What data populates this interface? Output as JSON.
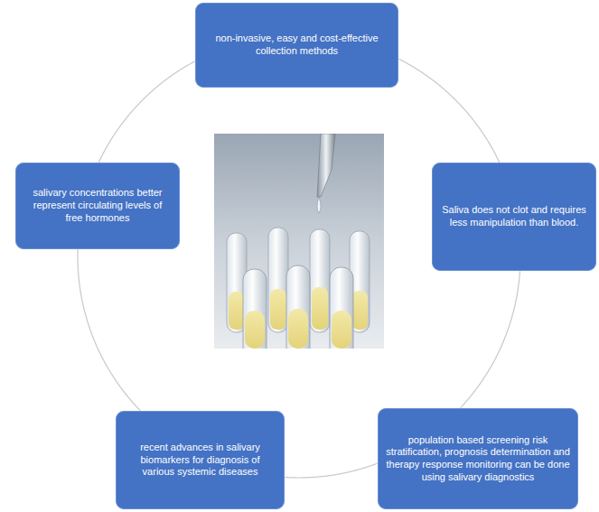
{
  "diagram": {
    "nodes": [
      {
        "text": [
          "non-invasive, easy and cost-effective collection methods"
        ]
      },
      {
        "text": [
          "Saliva does not clot and requires less manipulation than blood."
        ]
      },
      {
        "text": [
          "population based screening risk stratification, prognosis determination and therapy response monitoring can be done using salivary diagnostics"
        ]
      },
      {
        "text": [
          "recent advances in salivary biomarkers for diagnosis of various systemic diseases"
        ]
      },
      {
        "text": [
          "salivary concentrations better represent circulating levels of free hormones"
        ]
      }
    ],
    "edges": [
      {
        "from": 0,
        "to": 1,
        "arrow": "none"
      },
      {
        "from": 1,
        "to": 2,
        "arrow": "none"
      },
      {
        "from": 2,
        "to": 3,
        "arrow": "none"
      },
      {
        "from": 3,
        "to": 4,
        "arrow": "none"
      },
      {
        "from": 4,
        "to": 0,
        "arrow": "none"
      }
    ]
  }
}
